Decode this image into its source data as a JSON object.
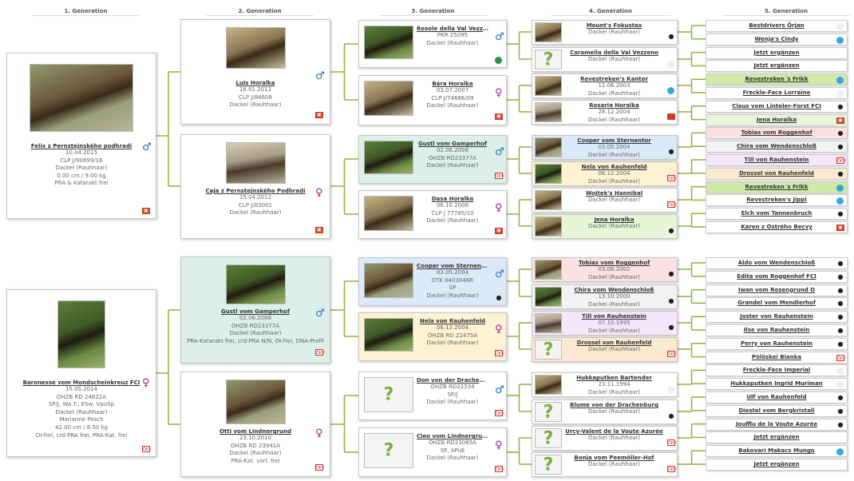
{
  "headers": [
    "1. Generation",
    "2. Generation",
    "3. Generation",
    "4. Generation",
    "5. Generation"
  ],
  "g1": [
    {
      "name": "Felix z Pernstejnského podhradí",
      "lines": [
        "10.04.2015",
        "CLP J/90699/16",
        "Dackel (Rauhhaar)",
        "0.00 cm / 9.00 kg",
        "PRA & Katarakt frei"
      ],
      "sex": "♂"
    },
    {
      "name": "Baronesse vom Mondscheinkreuz FCI",
      "lines": [
        "15.05.2014",
        "ÖHZB RD 24622A",
        "SP/J, Wa.T., ESw, VpoSp",
        "Dackel (Rauhhaar)",
        "Marianne Posch",
        "42.00 cm / 8.50 kg",
        "OI-frei, crd-PRA frei, PRA-Kat. frei"
      ],
      "sex": "♀"
    }
  ],
  "g2": [
    {
      "name": "Luis Horalka",
      "lines": [
        "16.01.2012",
        "CLP J/84608",
        "Dackel (Rauhhaar)"
      ],
      "sex": "♂"
    },
    {
      "name": "Caja z Pernstejnského Podhradí",
      "lines": [
        "15.04.2012",
        "CLP J/83001",
        "Dackel (Rauhhaar)"
      ],
      "sex": "♀"
    },
    {
      "name": "Gustl vom Gamperhof",
      "lines": [
        "02.06.2008",
        "ÖHZB RD23377A",
        "Dackel (Rauhhaar)",
        "PRA-Katarakt frei, crd-PRA N/N, OI-frei, DNA-Profil"
      ],
      "sex": "♂"
    },
    {
      "name": "Otti vom Lindnergrund",
      "lines": [
        "23.10.2010",
        "ÖHZB RD 23941A",
        "Dackel (Rauhhaar)",
        "PRA-Kat. vorl. frei"
      ],
      "sex": "♀"
    }
  ],
  "g3": [
    {
      "name": "Resole della Val Vezzeno",
      "lines": [
        "PKR 25095",
        "Dackel (Rauhhaar)"
      ],
      "sex": "♂"
    },
    {
      "name": "Bára Horalka",
      "lines": [
        "03.07.2007",
        "CLP J/74686/09",
        "Dackel (Rauhhaar)"
      ],
      "sex": "♀"
    },
    {
      "name": "Gustl vom Gamperhof",
      "lines": [
        "02.06.2008",
        "ÖHZB RD23377A",
        "Dackel (Rauhhaar)"
      ],
      "sex": "♂"
    },
    {
      "name": "Dasa Horalka",
      "lines": [
        "06.10.2008",
        "CLP J 77785/10",
        "Dackel (Rauhhaar)"
      ],
      "sex": "♀"
    },
    {
      "name": "Cooper vom Sternentor",
      "lines": [
        "03.05.2004",
        "DTK 0403046R",
        "SP",
        "Dackel (Rauhhaar)"
      ],
      "sex": "♂"
    },
    {
      "name": "Nela von Rauhenfeld",
      "lines": [
        "06.12.2004",
        "ÖHZB RD 22475A",
        "Dackel (Rauhhaar)"
      ],
      "sex": "♀"
    },
    {
      "name": "Don von der Drachenburg",
      "lines": [
        "ÖHZB RD22534",
        "SP/J",
        "Dackel (Rauhhaar)"
      ],
      "sex": "♂"
    },
    {
      "name": "Cleo vom Lindnergrund",
      "lines": [
        "ÖHZB RD23085A",
        "SP, APuE",
        "Dackel (Rauhhaar)"
      ],
      "sex": "♀"
    }
  ],
  "g4": [
    {
      "name": "Mount's Fokustax",
      "lines": [
        "Dackel (Rauhhaar)"
      ]
    },
    {
      "name": "Caramella della Val Vezzeno",
      "lines": [
        "Dackel (Rauhhaar)"
      ]
    },
    {
      "name": "Revestreken's Kantor",
      "lines": [
        "12.06.2003",
        "Dackel (Rauhhaar)"
      ]
    },
    {
      "name": "Rosaria Horalka",
      "lines": [
        "28.12.2004",
        "Dackel (Rauhhaar)"
      ]
    },
    {
      "name": "Cooper vom Sternentor",
      "lines": [
        "03.05.2004",
        "Dackel (Rauhhaar)"
      ]
    },
    {
      "name": "Nela von Rauhenfeld",
      "lines": [
        "06.12.2004",
        "Dackel (Rauhhaar)"
      ]
    },
    {
      "name": "Wojtek's Hannibal",
      "lines": [
        "Dackel (Rauhhaar)"
      ]
    },
    {
      "name": "Jena Horalka",
      "lines": [
        "Dackel (Rauhhaar)"
      ]
    },
    {
      "name": "Tobias vom Roggenhof",
      "lines": [
        "03.08.2002",
        "Dackel (Rauhhaar)"
      ]
    },
    {
      "name": "Chira vom Wendenschloß",
      "lines": [
        "13.10.2000",
        "Dackel (Rauhhaar)"
      ]
    },
    {
      "name": "Till von Rauhenstein",
      "lines": [
        "07.10.1995",
        "Dackel (Rauhhaar)"
      ]
    },
    {
      "name": "Drossel von Rauhenfeld",
      "lines": [
        "Dackel (Rauhhaar)"
      ]
    },
    {
      "name": "Hukkaputken Bartender",
      "lines": [
        "23.11.1994",
        "Dackel (Rauhhaar)"
      ]
    },
    {
      "name": "Blume von der Drachenburg",
      "lines": [
        "Dackel (Rauhhaar)"
      ]
    },
    {
      "name": "Urcy-Valent de la Voute Azurée",
      "lines": [
        "Dackel (Rauhhaar)"
      ]
    },
    {
      "name": "Bonja vom Peemöller-Hof",
      "lines": [
        "Dackel (Rauhhaar)"
      ]
    }
  ],
  "g5": [
    "Bestdrivers Örjan",
    "Wenja's Cindy",
    "Jetzt ergänzen",
    "Jetzt ergänzen",
    "Revestreken´s Frikk",
    "Freckle-Face Lorraine",
    "Claus vom Linteler-Forst FCI",
    "Jena Horalka",
    "Tobias vom Roggenhof",
    "Chira vom Wendenschloß",
    "Till von Rauhenstein",
    "Drossel von Rauhenfeld",
    "Revestreken´s Frikk",
    "Revestreken's Jippi",
    "Elch vom Tannenbruch",
    "Karen z Ostrého Becvy",
    "Aldo vom Wendenschloß",
    "Edita vom Roggenhof FCI",
    "Iwan vom Rosengrund O",
    "Grandel vom Mendlerhof",
    "Joster von Rauhenstein",
    "Ilse von Rauhenstein",
    "Perry von Rauhenstein",
    "Pölöskei Bianka",
    "Freckle-Face Imperial",
    "Hukkaputken Ingrid Muriman",
    "Ulf von Rauhenfeld",
    "Diestel vom Bergkristall",
    "Joufflu de la Voute Azurée",
    "Jetzt ergänzen",
    "Bakovari Makacs Mungo",
    "Jetzt ergänzen"
  ]
}
